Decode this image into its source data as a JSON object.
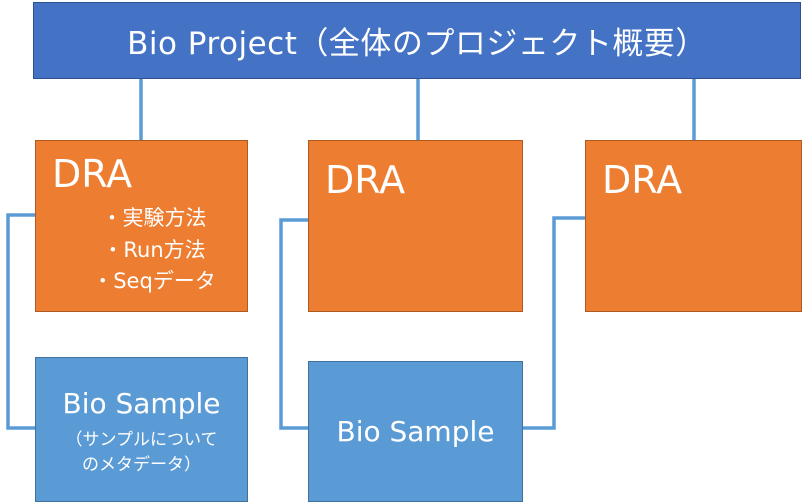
{
  "project": {
    "label": "Bio Project（全体のプロジェクト概要）"
  },
  "dra_boxes": [
    {
      "title": "DRA",
      "items": [
        "・実験方法",
        "・Run方法",
        "・Seqデータ"
      ]
    },
    {
      "title": "DRA"
    },
    {
      "title": "DRA"
    }
  ],
  "samples": [
    {
      "title": "Bio Sample",
      "note_lines": [
        "（サンプルについて",
        "のメタデータ）"
      ]
    },
    {
      "title": "Bio Sample"
    }
  ],
  "colors": {
    "project_fill": "#4472c4",
    "dra_fill": "#ed7d31",
    "sample_fill": "#5b9bd5",
    "connector": "#5b9bd5"
  }
}
